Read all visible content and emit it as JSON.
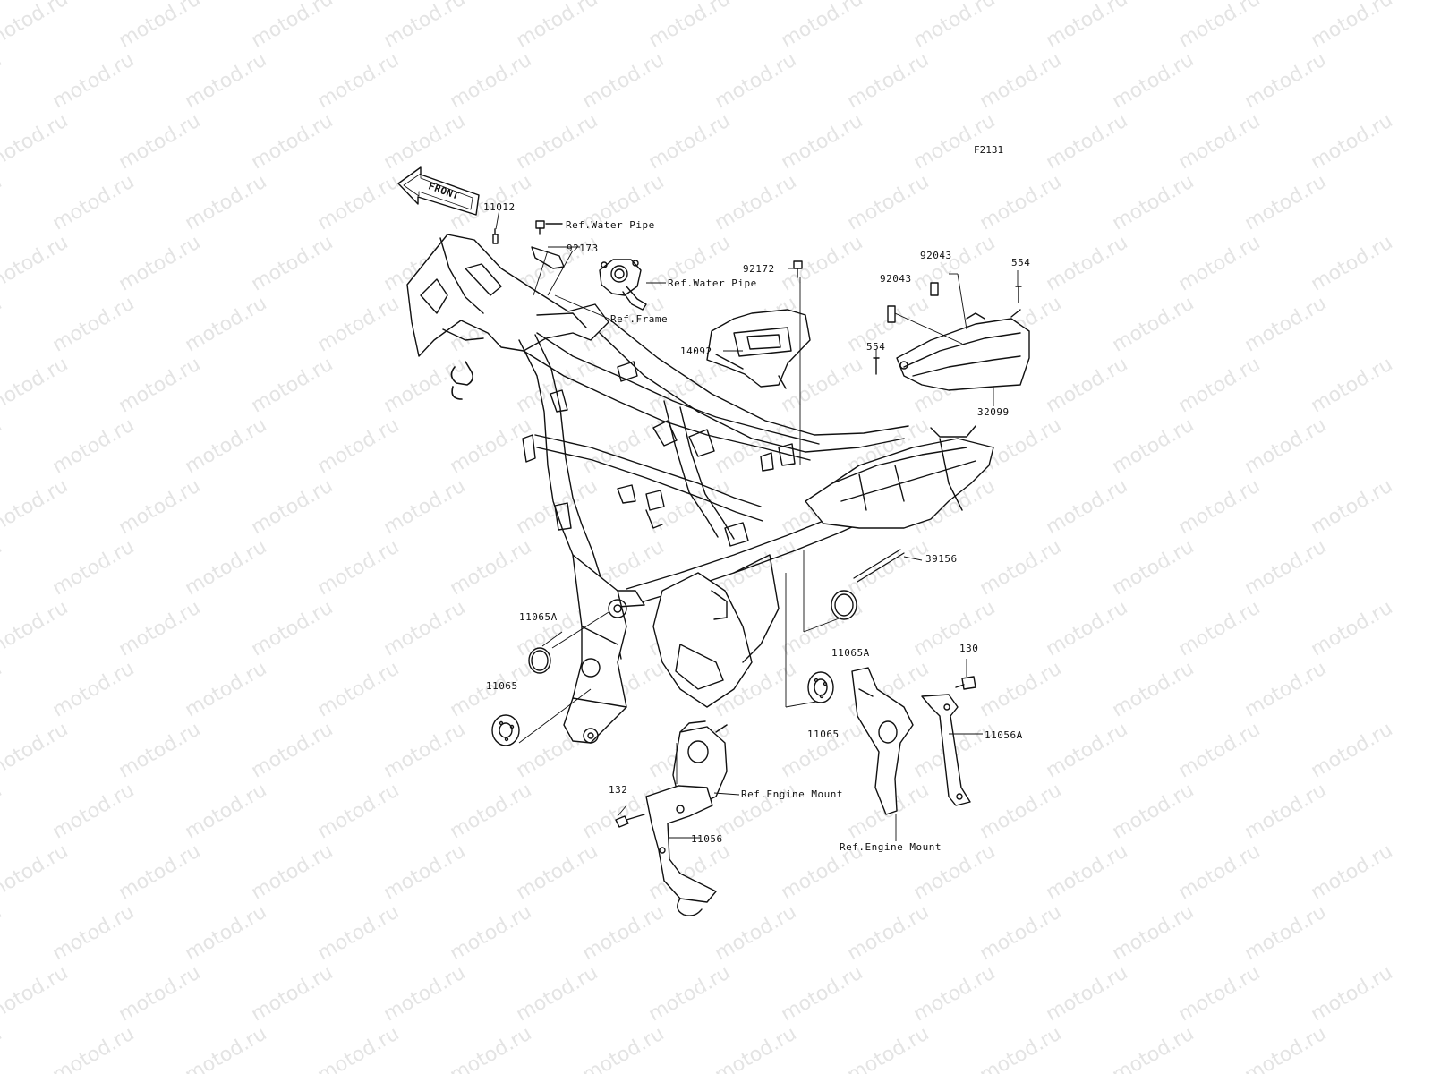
{
  "figure_code": "F2131",
  "watermark": "motod.ru",
  "front_arrow_label": "FRONT",
  "parts": [
    {
      "id": "p-11012",
      "label": "11012"
    },
    {
      "id": "p-ref-water-pipe-1",
      "label": "Ref.Water Pipe"
    },
    {
      "id": "p-92173",
      "label": "92173"
    },
    {
      "id": "p-ref-water-pipe-2",
      "label": "Ref.Water Pipe"
    },
    {
      "id": "p-ref-frame",
      "label": "Ref.Frame"
    },
    {
      "id": "p-92172",
      "label": "92172"
    },
    {
      "id": "p-14092",
      "label": "14092"
    },
    {
      "id": "p-92043-a",
      "label": "92043"
    },
    {
      "id": "p-92043-b",
      "label": "92043"
    },
    {
      "id": "p-554-a",
      "label": "554"
    },
    {
      "id": "p-554-b",
      "label": "554"
    },
    {
      "id": "p-32099",
      "label": "32099"
    },
    {
      "id": "p-39156",
      "label": "39156"
    },
    {
      "id": "p-11065A-a",
      "label": "11065A"
    },
    {
      "id": "p-11065A-b",
      "label": "11065A"
    },
    {
      "id": "p-11065-a",
      "label": "11065"
    },
    {
      "id": "p-11065-b",
      "label": "11065"
    },
    {
      "id": "p-130",
      "label": "130"
    },
    {
      "id": "p-11056A",
      "label": "11056A"
    },
    {
      "id": "p-132",
      "label": "132"
    },
    {
      "id": "p-ref-engine-mount-1",
      "label": "Ref.Engine Mount"
    },
    {
      "id": "p-11056",
      "label": "11056"
    },
    {
      "id": "p-ref-engine-mount-2",
      "label": "Ref.Engine Mount"
    }
  ]
}
